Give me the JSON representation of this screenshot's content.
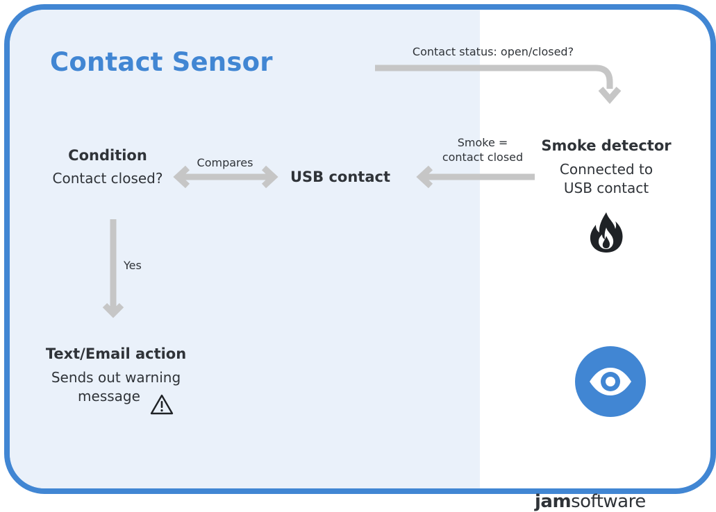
{
  "title": "Contact Sensor",
  "arrows": {
    "top_label": "Contact status: open/closed?",
    "smoke_label_line1": "Smoke =",
    "smoke_label_line2": "contact closed",
    "compares_label": "Compares",
    "yes_label": "Yes"
  },
  "condition": {
    "heading": "Condition",
    "text": "Contact closed?"
  },
  "usb": {
    "heading": "USB contact"
  },
  "smoke_detector": {
    "heading": "Smoke detector",
    "line1": "Connected to",
    "line2": "USB contact",
    "icon": "fire-icon"
  },
  "action": {
    "heading": "Text/Email action",
    "line1": "Sends out warning",
    "line2": "message",
    "icon": "warning-icon"
  },
  "eye": {
    "icon": "eye-icon"
  },
  "logo": {
    "bold": "jam",
    "light": "software"
  },
  "colors": {
    "accent": "#4186d3",
    "panel": "#eaf1fa",
    "arrow": "#c6c6c6",
    "text": "#2f3338"
  }
}
